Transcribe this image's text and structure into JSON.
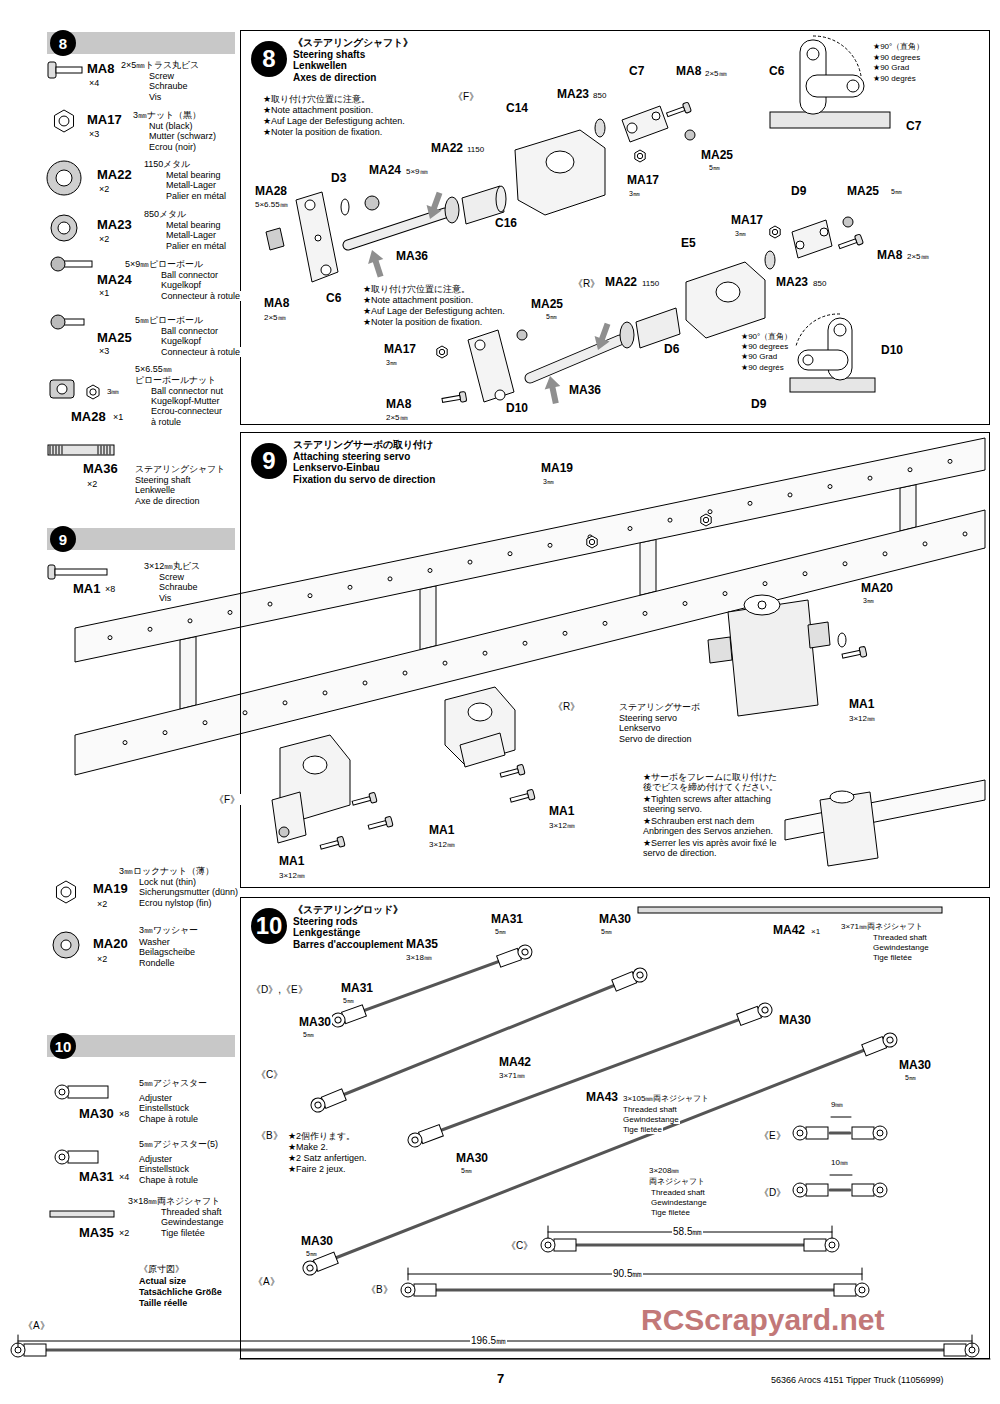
{
  "diagram": {
    "nodes": [
      {
        "text": [
          "《ステアリングシャフト》",
          "Steering shafts",
          "Lenkwellen",
          "Axes de direction"
        ]
      },
      {
        "text": [
          "8"
        ],
        "in": 0
      },
      {
        "text": [
          "ステアリングサーボの取り付け",
          "Attaching steering servo",
          "Lenkservo-Einbau",
          "Fixation du servo de direction"
        ]
      },
      {
        "text": [
          "9"
        ],
        "in": 2
      },
      {
        "text": [
          "《ステアリングロッド》",
          "Steering rods",
          "Lenkgestänge",
          "Barres d'accouplement"
        ]
      },
      {
        "text": [
          "10"
        ],
        "in": 4
      },
      {
        "text": [
          "8"
        ]
      },
      {
        "text": [
          "9"
        ]
      },
      {
        "text": [
          "10"
        ]
      }
    ],
    "labels": [
      "MA8",
      "×4",
      "2×5㎜トラス丸ビス",
      "Screw",
      "Schraube",
      "Vis",
      "MA17",
      "×3",
      "3㎜ナット（黒）",
      "Nut (black)",
      "Mutter (schwarz)",
      "Ecrou (noir)",
      "MA22",
      "×2",
      "1150メタル",
      "Metal bearing",
      "Metall-Lager",
      "Palier en métal",
      "MA23",
      "×2",
      "850メタル",
      "Metal bearing",
      "Metall-Lager",
      "Palier en métal",
      "MA24",
      "×1",
      "5×9㎜ピローボール",
      "Ball connector",
      "Kugelkopf",
      "Connecteur à rotule",
      "MA25",
      "×3",
      "5㎜ピローボール",
      "Ball connector",
      "Kugelkopf",
      "Connecteur à rotule",
      "3㎜",
      "5×6.55㎜",
      "ピローボールナット",
      "Ball connector nut",
      "Kugelkopf-Mutter",
      "Ecrou-connecteur",
      "à rotule",
      "MA28",
      "×1",
      "MA36",
      "×2",
      "ステアリングシャフト",
      "Steering shaft",
      "Lenkwelle",
      "Axe de direction",
      "MA1",
      "×8",
      "3×12㎜丸ビス",
      "Screw",
      "Schraube",
      "Vis",
      "MA19",
      "×2",
      "3㎜ロックナット（薄）",
      "Lock nut (thin)",
      "Sicherungsmutter (dünn)",
      "Ecrou nylstop (fin)",
      "MA20",
      "×2",
      "3㎜ワッシャー",
      "Washer",
      "Beilagscheibe",
      "Rondelle",
      "MA30",
      "×8",
      "5㎜アジャスター",
      "Adjuster",
      "Einstellstück",
      "Chape à rotule",
      "MA31",
      "×4",
      "5㎜アジャスター(5)",
      "Adjuster",
      "Einstellstück",
      "Chape à rotule",
      "MA35",
      "×2",
      "3×18㎜両ネジシャフト",
      "Threaded shaft",
      "Gewindestange",
      "Tige filetée",
      "《原寸図》",
      "Actual size",
      "Tatsächliche Größe",
      "Taille réelle",
      "《A》",
      "196.5㎜",
      "★取り付け穴位置に注意。",
      "★Note attachment position.",
      "★Auf Lage der Befestigung achten.",
      "★Noter la position de fixation.",
      "《F》",
      "MA23",
      "850",
      "C7",
      "MA8",
      "2×5㎜",
      "C6",
      "★90°（直角）",
      "★90 degrees",
      "★90 Grad",
      "★90 degrés",
      "C7",
      "C14",
      "MA22",
      "1150",
      "MA24",
      "5×9㎜",
      "D3",
      "MA28",
      "5×6.55㎜",
      "C16",
      "MA25",
      "5㎜",
      "MA17",
      "3㎜",
      "D9",
      "MA25",
      "5㎜",
      "MA17",
      "3㎜",
      "MA8",
      "2×5㎜",
      "E5",
      "MA36",
      "MA23",
      "850",
      "C6",
      "MA8",
      "2×5㎜",
      "★取り付け穴位置に注意。",
      "★Note attachment position.",
      "★Auf Lage der Befestigung achten.",
      "★Noter la position de fixation.",
      "《R》",
      "MA22",
      "1150",
      "MA25",
      "5㎜",
      "MA17",
      "3㎜",
      "D6",
      "★90°（直角）",
      "★90 degrees",
      "★90 Grad",
      "★90 degrés",
      "D10",
      "MA36",
      "MA8",
      "2×5㎜",
      "D10",
      "D9",
      "MA19",
      "3㎜",
      "MA20",
      "3㎜",
      "MA1",
      "3×12㎜",
      "《R》",
      "ステアリングサーボ",
      "Steering servo",
      "Lenkservo",
      "Servo de direction",
      "★サーボをフレームに取り付けた後でビスを締め付けてください。",
      "★Tighten screws after attaching steering servo.",
      "★Schrauben erst nach dem Anbringen des Servos anziehen.",
      "★Serrer les vis après avoir fixé le servo de direction.",
      "《F》",
      "MA1",
      "3×12㎜",
      "MA1",
      "3×12㎜",
      "MA1",
      "3×12㎜",
      "MA31",
      "5㎜",
      "MA35",
      "3×18㎜",
      "MA30",
      "5㎜",
      "MA42",
      "×1",
      "3×71㎜両ネジシャフト",
      "Threaded shaft",
      "Gewindestange",
      "Tige filetée",
      "《D》,《E》",
      "MA31",
      "5㎜",
      "MA30",
      "MA30",
      "5㎜",
      "MA42",
      "3×71㎜",
      "MA30",
      "5㎜",
      "《C》",
      "MA43",
      "3×105㎜両ネジシャフト",
      "Threaded shaft",
      "Gewindestange",
      "Tige filetée",
      "9㎜",
      "《E》",
      "《B》",
      "★2個作ります。",
      "★Make 2.",
      "★2 Satz anfertigen.",
      "★Faire 2 jeux.",
      "MA30",
      "5㎜",
      "10㎜",
      "3×208㎜",
      "両ネジシャフト",
      "Threaded shaft",
      "Gewindestange",
      "Tige filetée",
      "《D》",
      "58.5㎜",
      "MA30",
      "5㎜",
      "《C》",
      "《A》",
      "90.5㎜",
      "《B》",
      "RCScrapyard.net",
      "7",
      "56366 Arocs 4151 Tipper Truck (11056999)"
    ]
  }
}
